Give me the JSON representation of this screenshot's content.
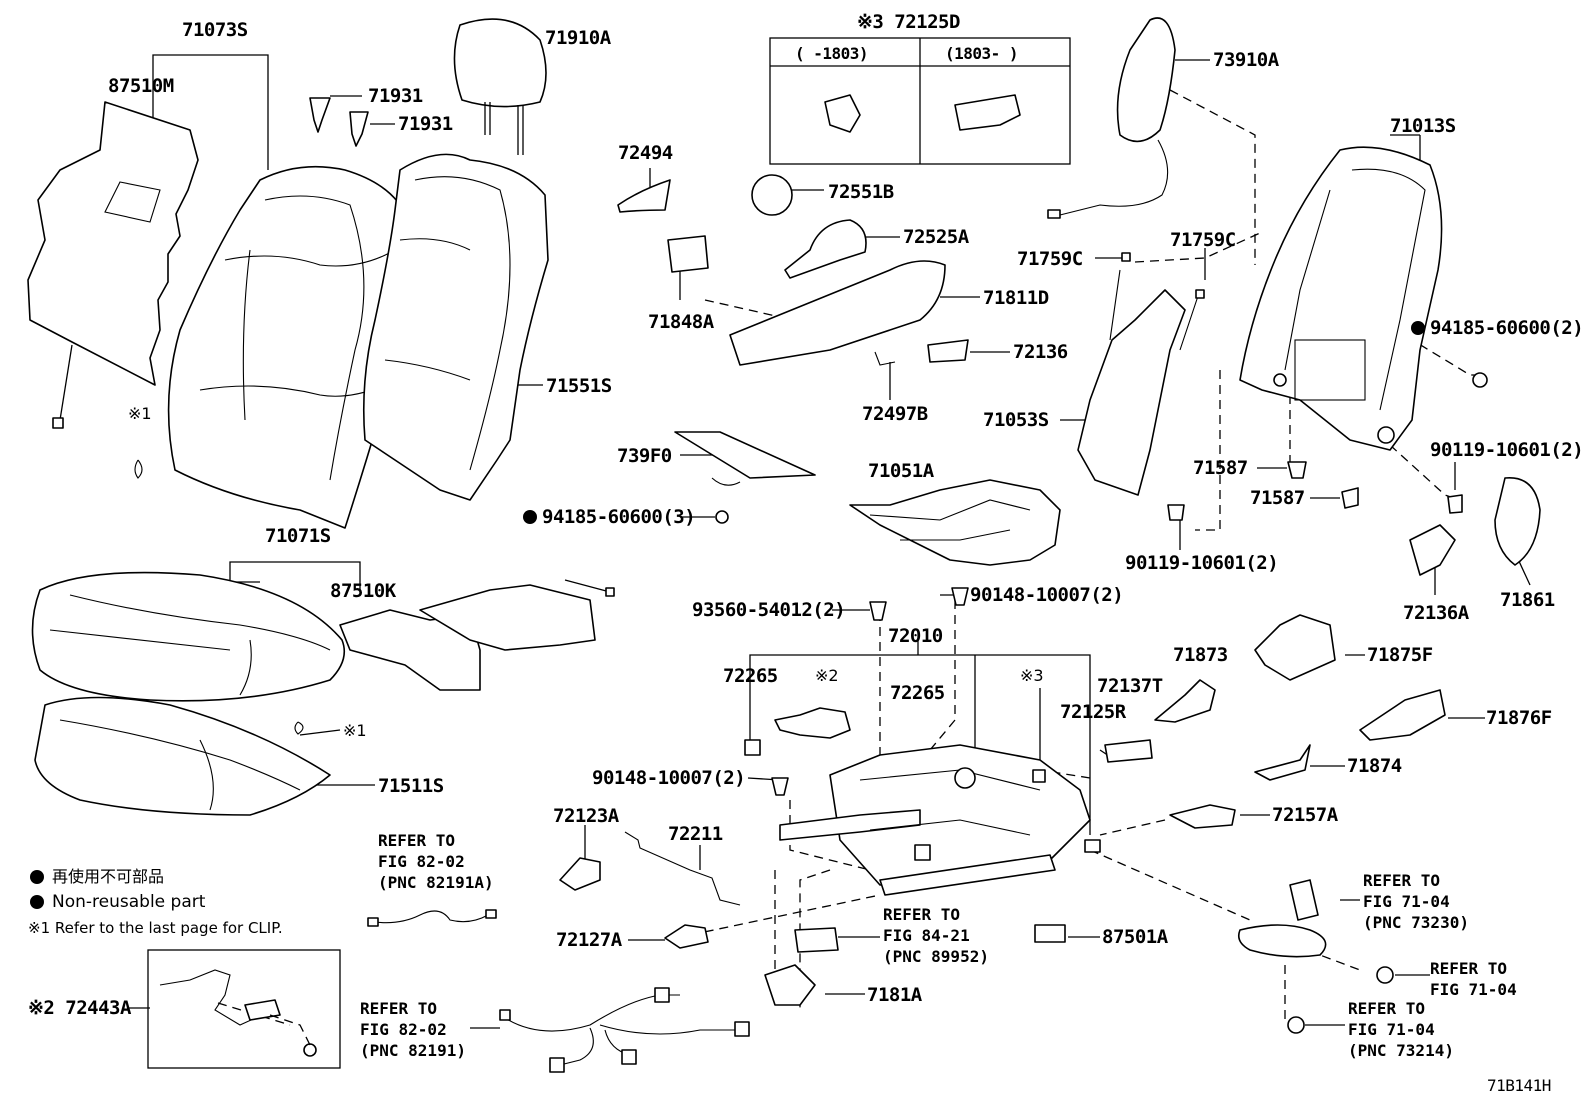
{
  "diagram_id": "71B141H",
  "labels": {
    "p71073S": "71073S",
    "p87510M": "87510M",
    "p71910A": "71910A",
    "p71931a": "71931",
    "p71931b": "71931",
    "clip1a": "※1",
    "p71551S": "71551S",
    "p72125D": "※3 72125D",
    "range_a": "(   -1803)",
    "range_b": "(1803-    )",
    "p72494": "72494",
    "p72551B": "72551B",
    "p72525A": "72525A",
    "p71848A": "71848A",
    "p71811D": "71811D",
    "p72136": "72136",
    "p72497B": "72497B",
    "p739F0": "739F0",
    "p94185a": "94185-60600(3)",
    "p73910A": "73910A",
    "p71013S": "71013S",
    "p71759Ca": "71759C",
    "p71759Cb": "71759C",
    "p94185b": "94185-60600(2)",
    "p71053S": "71053S",
    "p90119a": "90119-10601(2)",
    "p71587a": "71587",
    "p71587b": "71587",
    "p90119b": "90119-10601(2)",
    "p72136A": "72136A",
    "p71861": "71861",
    "p71071S": "71071S",
    "p87510K": "87510K",
    "p71051A": "71051A",
    "clip1b": "※1",
    "p71511S": "71511S",
    "p93560": "93560-54012(2)",
    "p90148a": "90148-10007(2)",
    "p72010": "72010",
    "p72265a": "72265",
    "mark2": "※2",
    "p72265b": "72265",
    "mark3": "※3",
    "p72137T": "72137T",
    "p71873": "71873",
    "p72125R": "72125R",
    "p71875F": "71875F",
    "p71876F": "71876F",
    "p71874": "71874",
    "p90148b": "90148-10007(2)",
    "p72123A": "72123A",
    "p72211": "72211",
    "p72157A": "72157A",
    "p72127A": "72127A",
    "p87501A": "87501A",
    "p7181A": "7181A",
    "p72443A": "※2 72443A"
  },
  "refs": {
    "r1": [
      "REFER TO",
      "FIG 82-02",
      "(PNC 82191A)"
    ],
    "r2": [
      "REFER TO",
      "FIG 84-21",
      "(PNC 89952)"
    ],
    "r3": [
      "REFER TO",
      "FIG 71-04",
      "(PNC 73230)"
    ],
    "r4": [
      "REFER TO",
      "FIG 71-04"
    ],
    "r5": [
      "REFER TO",
      "FIG 71-04",
      "(PNC 73214)"
    ],
    "r6": [
      "REFER TO",
      "FIG 82-02",
      "(PNC 82191)"
    ]
  },
  "legend": {
    "line1": "再使用不可部品",
    "line2": "Non-reusable part",
    "line3": "※1 Refer to the last page for CLIP."
  }
}
